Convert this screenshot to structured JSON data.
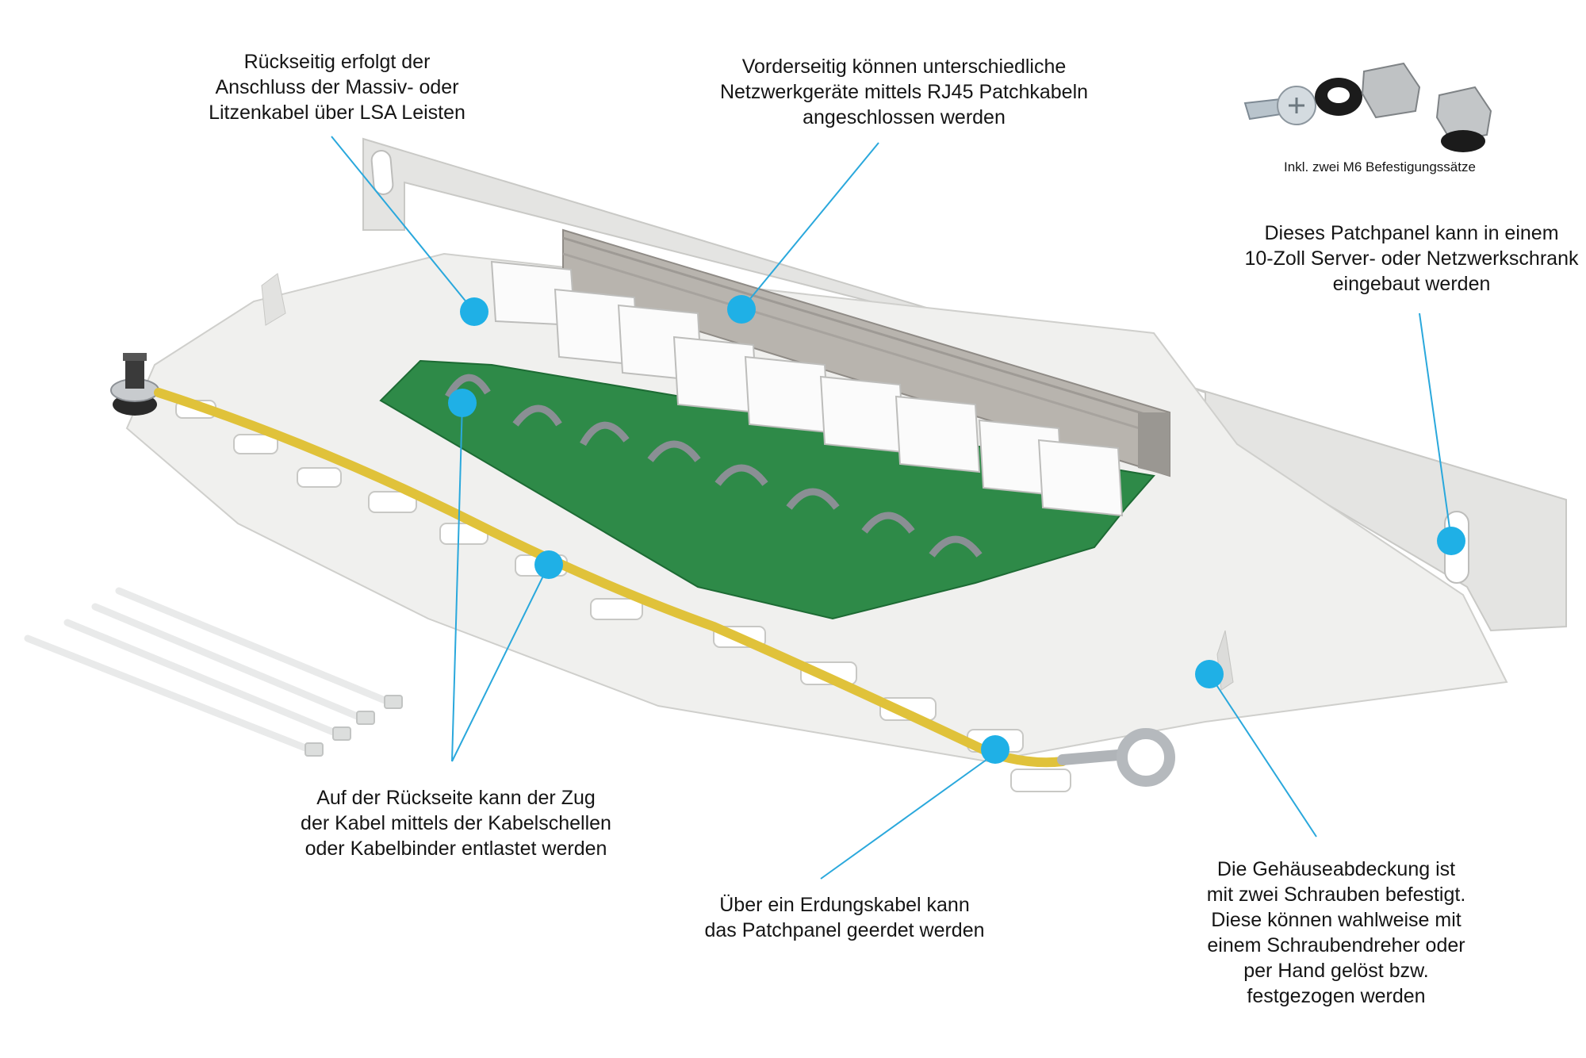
{
  "callouts": {
    "rear_connection": {
      "lines": [
        "Rückseitig erfolgt der",
        "Anschluss der Massiv- oder",
        "Litzenkabel über LSA Leisten"
      ]
    },
    "front_connection": {
      "lines": [
        "Vorderseitig können unterschiedliche",
        "Netzwerkgeräte mittels RJ45 Patchkabeln",
        "angeschlossen werden"
      ]
    },
    "mounting_kit": {
      "lines": [
        "Inkl. zwei M6 Befestigungssätze"
      ]
    },
    "rack_mount": {
      "lines": [
        "Dieses Patchpanel kann in einem",
        "10-Zoll Server- oder Netzwerkschrank",
        "eingebaut werden"
      ]
    },
    "strain_relief": {
      "lines": [
        "Auf der Rückseite kann der Zug",
        "der Kabel mittels der Kabelschellen",
        "oder Kabelbinder entlastet werden"
      ]
    },
    "grounding": {
      "lines": [
        "Über ein Erdungskabel kann",
        "das Patchpanel geerdet werden"
      ]
    },
    "cover_screws": {
      "lines": [
        "Die Gehäuseabdeckung ist",
        "mit zwei Schrauben befestigt.",
        "Diese können wahlweise mit",
        "einem Schraubendreher oder",
        "per Hand gelöst bzw.",
        "festgezogen werden"
      ]
    }
  },
  "colors": {
    "accent_dot": "#1fb0e6",
    "panel": "#eeeeec",
    "pcb": "#2e8a48",
    "ground_cable": "#e0c23a"
  }
}
